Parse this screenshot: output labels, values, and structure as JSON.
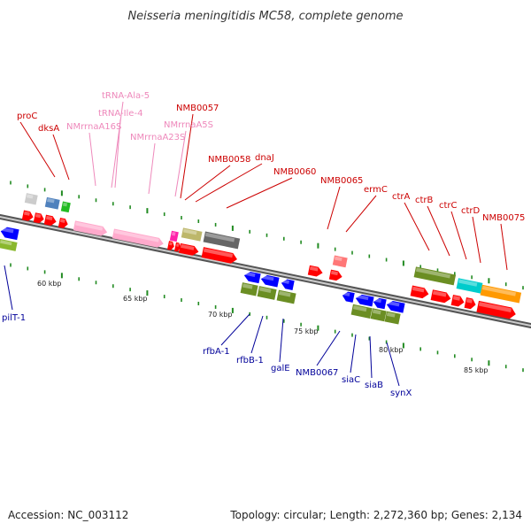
{
  "title": "Neisseria meningitidis MC58, complete genome",
  "footer": {
    "accession": "Accession: NC_003112",
    "summary": "Topology: circular; Length: 2,272,360 bp; Genes: 2,134"
  },
  "colors": {
    "upper_label": "#cc0000",
    "upper_label_pink": "#ee88bb",
    "lower_label": "#000099",
    "kbp_text": "#222222",
    "red_gene": "#ff0000",
    "pink_gene": "#ffaacc",
    "blue_gene": "#0000ff",
    "olive_gene": "#6b8e23",
    "gray_gene": "#666666",
    "tan_gene": "#bdb76b",
    "cyan_gene": "#00cccc",
    "orange_gene": "#ff9900",
    "backbone": "#777777"
  },
  "scale": [
    "60 kbp",
    "65 kbp",
    "70 kbp",
    "75 kbp",
    "80 kbp",
    "85 kbp"
  ],
  "top_labels": [
    {
      "text": "proC",
      "color": "red"
    },
    {
      "text": "dksA",
      "color": "red"
    },
    {
      "text": "NMrrnaA16S",
      "color": "pink"
    },
    {
      "text": "tRNA-Ala-5",
      "color": "pink"
    },
    {
      "text": "tRNA-Ile-4",
      "color": "pink"
    },
    {
      "text": "NMrrnaA23S",
      "color": "pink"
    },
    {
      "text": "NMrrnaA5S",
      "color": "pink"
    },
    {
      "text": "NMB0057",
      "color": "red"
    },
    {
      "text": "NMB0058",
      "color": "red"
    },
    {
      "text": "dnaJ",
      "color": "red"
    },
    {
      "text": "NMB0060",
      "color": "red"
    },
    {
      "text": "NMB0065",
      "color": "red"
    },
    {
      "text": "ermC",
      "color": "red"
    },
    {
      "text": "ctrA",
      "color": "red"
    },
    {
      "text": "ctrB",
      "color": "red"
    },
    {
      "text": "ctrC",
      "color": "red"
    },
    {
      "text": "ctrD",
      "color": "red"
    },
    {
      "text": "NMB0075",
      "color": "red"
    }
  ],
  "bottom_labels": [
    {
      "text": "pilT-1"
    },
    {
      "text": "rfbA-1"
    },
    {
      "text": "rfbB-1"
    },
    {
      "text": "galE"
    },
    {
      "text": "NMB0067"
    },
    {
      "text": "siaC"
    },
    {
      "text": "siaB"
    },
    {
      "text": "synX"
    }
  ],
  "genes": [
    {
      "id": "proC-block",
      "strand": "+",
      "color": "#cccccc"
    },
    {
      "id": "dksA-block",
      "strand": "+",
      "color": "#4f81bd"
    },
    {
      "id": "green-small",
      "strand": "+",
      "color": "#22bb22"
    },
    {
      "id": "rrna16S",
      "strand": "+",
      "color": "#ffaacc"
    },
    {
      "id": "rrna23S",
      "strand": "+",
      "color": "#ffaacc"
    },
    {
      "id": "rrna5S",
      "strand": "+",
      "color": "#ff00aa"
    },
    {
      "id": "NMB0057",
      "strand": "+",
      "color": "#bdb76b"
    },
    {
      "id": "dnaJ",
      "strand": "+",
      "color": "#666666"
    },
    {
      "id": "NMB0065",
      "strand": "+",
      "color": "#ff6666"
    },
    {
      "id": "ctrA",
      "strand": "+",
      "color": "#6b8e23"
    },
    {
      "id": "ctrB",
      "strand": "+",
      "color": "#6b8e23"
    },
    {
      "id": "ctrC",
      "strand": "+",
      "color": "#00cccc"
    },
    {
      "id": "ctrD",
      "strand": "+",
      "color": "#ff9900"
    },
    {
      "id": "pilT-1",
      "strand": "-",
      "color": "#0000ff"
    },
    {
      "id": "rfbA-1",
      "strand": "-",
      "color": "#0000ff"
    },
    {
      "id": "galE",
      "strand": "-",
      "color": "#6b8e23"
    },
    {
      "id": "siaC",
      "strand": "-",
      "color": "#0000ff"
    },
    {
      "id": "synX",
      "strand": "-",
      "color": "#6b8e23"
    }
  ]
}
